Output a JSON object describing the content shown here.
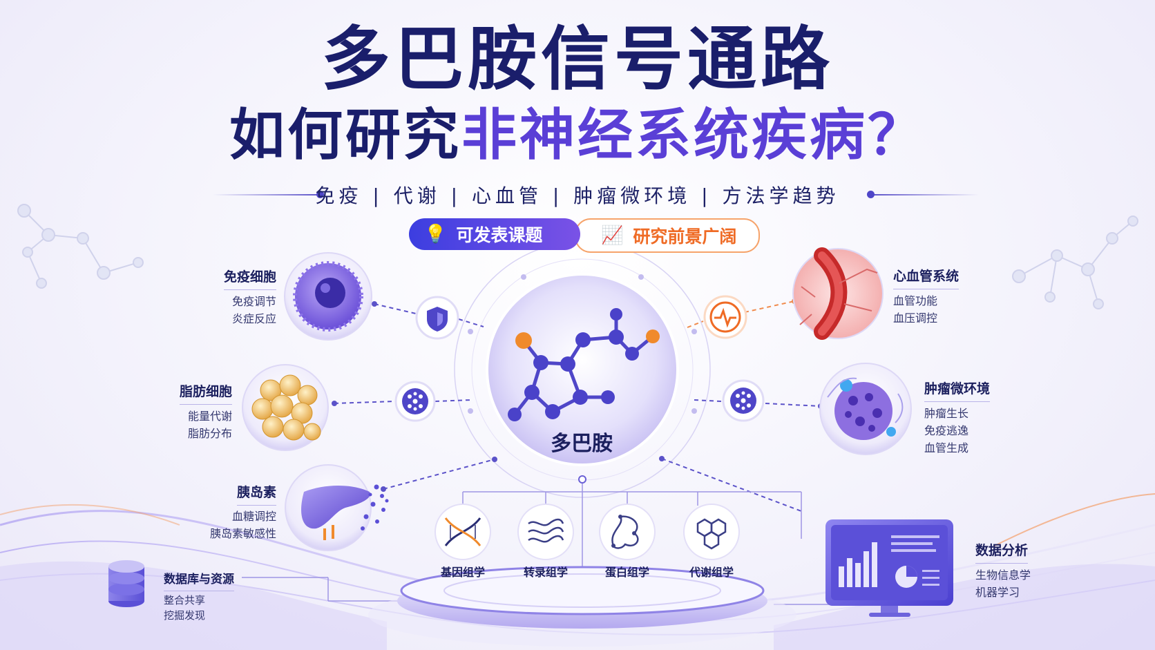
{
  "header": {
    "title_line1": "多巴胺信号通路",
    "title_line2_a": "如何研究",
    "title_line2_b": "非神经系统疾病？",
    "subtitle": "免疫 | 代谢 | 心血管 | 肿瘤微环境 | 方法学趋势"
  },
  "badges": {
    "left": "可发表课题",
    "right": "研究前景广阔",
    "left_icon": "lightbulb-icon",
    "right_icon": "trending-up-chart-icon"
  },
  "center": {
    "label": "多巴胺",
    "icon": "dopamine-molecule-icon"
  },
  "left_nodes": [
    {
      "title": "免疫细胞",
      "items": [
        "免疫调节",
        "炎症反应"
      ],
      "icon": "shield-icon"
    },
    {
      "title": "脂肪细胞",
      "items": [
        "能量代谢",
        "脂肪分布"
      ],
      "icon": "cell-cluster-icon"
    },
    {
      "title": "胰岛素",
      "items": [
        "血糖调控",
        "胰岛素敏感性"
      ],
      "icon": "pancreas-icon"
    }
  ],
  "right_nodes": [
    {
      "title": "心血管系统",
      "items": [
        "血管功能",
        "血压调控"
      ],
      "icon": "heartbeat-icon"
    },
    {
      "title": "肿瘤微环境",
      "items": [
        "肿瘤生长",
        "免疫逃逸",
        "血管生成"
      ],
      "icon": "cell-cluster-icon"
    }
  ],
  "omics": [
    {
      "label": "基因组学",
      "icon": "dna-icon"
    },
    {
      "label": "转录组学",
      "icon": "waves-icon"
    },
    {
      "label": "蛋白组学",
      "icon": "protein-icon"
    },
    {
      "label": "代谢组学",
      "icon": "hexagon-network-icon"
    }
  ],
  "database": {
    "title": "数据库与资源",
    "items": [
      "整合共享",
      "挖掘发现"
    ],
    "icon": "database-icon"
  },
  "analysis": {
    "title": "数据分析",
    "items": [
      "生物信息学",
      "机器学习"
    ],
    "icon": "monitor-chart-icon"
  },
  "colors": {
    "navy": "#1a1e6b",
    "purple": "#5a3fd6",
    "orange": "#ef6b25",
    "accent": "#4f46c8"
  }
}
